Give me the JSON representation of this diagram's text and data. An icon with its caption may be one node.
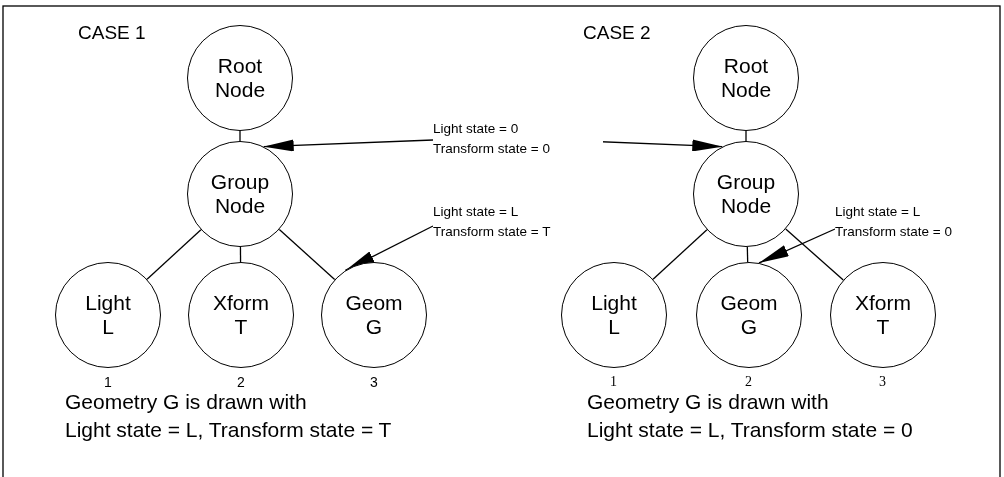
{
  "diagram": {
    "nodes": [
      {
        "text": [
          "Root Node"
        ]
      },
      {
        "text": [
          "Group Node"
        ]
      },
      {
        "text": [
          "Light L"
        ],
        "beside": [
          "1"
        ]
      },
      {
        "text": [
          "Xform T"
        ],
        "beside": [
          "2"
        ]
      },
      {
        "text": [
          "Geom G"
        ],
        "beside": [
          "3"
        ]
      },
      {
        "text": [
          "Root Node"
        ]
      },
      {
        "text": [
          "Group Node"
        ]
      },
      {
        "text": [
          "Light L"
        ],
        "beside": [
          "1"
        ]
      },
      {
        "text": [
          "Geom G"
        ],
        "beside": [
          "2"
        ]
      },
      {
        "text": [
          "Xform T"
        ],
        "beside": [
          "3"
        ]
      },
      {
        "text": [
          "Light state = 0",
          "Transform state = 0"
        ]
      },
      {
        "text": [
          "Light state = L",
          "Transform state = T"
        ]
      },
      {
        "text": [
          "Light state = L",
          "Transform state = 0"
        ]
      }
    ],
    "edges": [
      {
        "from": 0,
        "to": 1,
        "arrow": "none"
      },
      {
        "from": 1,
        "to": 2,
        "arrow": "none"
      },
      {
        "from": 1,
        "to": 3,
        "arrow": "none"
      },
      {
        "from": 1,
        "to": 4,
        "arrow": "none"
      },
      {
        "from": 5,
        "to": 6,
        "arrow": "none"
      },
      {
        "from": 6,
        "to": 7,
        "arrow": "none"
      },
      {
        "from": 6,
        "to": 8,
        "arrow": "none"
      },
      {
        "from": 6,
        "to": 9,
        "arrow": "none"
      },
      {
        "from": 10,
        "to": 1,
        "arrow": "to"
      },
      {
        "from": 10,
        "to": 6,
        "arrow": "to"
      },
      {
        "from": 11,
        "to": 4,
        "arrow": "to"
      },
      {
        "from": 12,
        "to": 8,
        "arrow": "to"
      }
    ],
    "labels": [
      "CASE 1",
      "CASE 2",
      "Geometry G is drawn with",
      "Light state = L, Transform state = T",
      "Geometry G is drawn with",
      "Light state = L, Transform state = 0"
    ]
  }
}
